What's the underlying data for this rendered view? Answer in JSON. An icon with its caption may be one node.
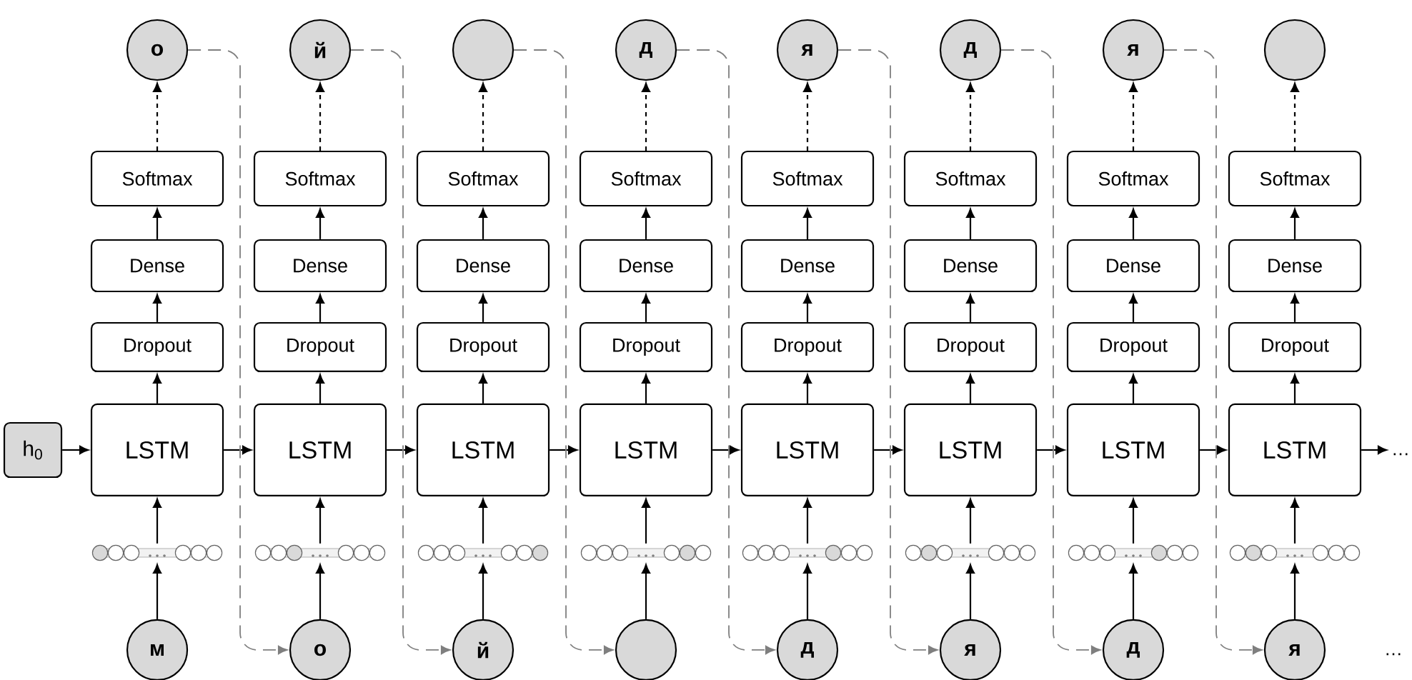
{
  "diagram": {
    "nodes": [
      {
        "text": [
          "h$_{0}$"
        ]
      },
      {
        "text": [
          "о"
        ]
      },
      {
        "text": [
          "Softmax"
        ]
      },
      {
        "text": [
          "Dense"
        ]
      },
      {
        "text": [
          "Dropout"
        ]
      },
      {
        "text": [
          "LSTM"
        ]
      },
      {
        "text": [],
        "shape": "picture"
      },
      {
        "text": [
          "м"
        ]
      },
      {
        "text": [
          "й"
        ]
      },
      {
        "text": [
          "Softmax"
        ]
      },
      {
        "text": [
          "Dense"
        ]
      },
      {
        "text": [
          "Dropout"
        ]
      },
      {
        "text": [
          "LSTM"
        ]
      },
      {
        "text": [],
        "shape": "picture"
      },
      {
        "text": [
          "о"
        ]
      },
      {
        "text": [],
        "shape": "circle"
      },
      {
        "text": [
          "Softmax"
        ]
      },
      {
        "text": [
          "Dense"
        ]
      },
      {
        "text": [
          "Dropout"
        ]
      },
      {
        "text": [
          "LSTM"
        ]
      },
      {
        "text": [],
        "shape": "picture"
      },
      {
        "text": [
          "й"
        ]
      },
      {
        "text": [
          "д"
        ]
      },
      {
        "text": [
          "Softmax"
        ]
      },
      {
        "text": [
          "Dense"
        ]
      },
      {
        "text": [
          "Dropout"
        ]
      },
      {
        "text": [
          "LSTM"
        ]
      },
      {
        "text": [],
        "shape": "picture"
      },
      {
        "text": [],
        "shape": "circle"
      },
      {
        "text": [
          "я"
        ]
      },
      {
        "text": [
          "Softmax"
        ]
      },
      {
        "text": [
          "Dense"
        ]
      },
      {
        "text": [
          "Dropout"
        ]
      },
      {
        "text": [
          "LSTM"
        ]
      },
      {
        "text": [],
        "shape": "picture"
      },
      {
        "text": [
          "д"
        ]
      },
      {
        "text": [
          "д"
        ]
      },
      {
        "text": [
          "Softmax"
        ]
      },
      {
        "text": [
          "Dense"
        ]
      },
      {
        "text": [
          "Dropout"
        ]
      },
      {
        "text": [
          "LSTM"
        ]
      },
      {
        "text": [],
        "shape": "picture"
      },
      {
        "text": [
          "я"
        ]
      },
      {
        "text": [
          "я"
        ]
      },
      {
        "text": [
          "Softmax"
        ]
      },
      {
        "text": [
          "Dense"
        ]
      },
      {
        "text": [
          "Dropout"
        ]
      },
      {
        "text": [
          "LSTM"
        ]
      },
      {
        "text": [],
        "shape": "picture"
      },
      {
        "text": [
          "д"
        ]
      },
      {
        "text": [],
        "shape": "circle"
      },
      {
        "text": [
          "Softmax"
        ]
      },
      {
        "text": [
          "Dense"
        ]
      },
      {
        "text": [
          "Dropout"
        ]
      },
      {
        "text": [
          "LSTM"
        ]
      },
      {
        "text": [],
        "shape": "picture"
      },
      {
        "text": [
          "я"
        ]
      },
      {
        "text": [
          "…"
        ]
      }
    ],
    "edges": [
      {
        "from": 7,
        "to": 6,
        "arrow": "to"
      },
      {
        "from": 6,
        "to": 5,
        "arrow": "to"
      },
      {
        "from": 5,
        "to": 4,
        "arrow": "to"
      },
      {
        "from": 4,
        "to": 3,
        "arrow": "to"
      },
      {
        "from": 3,
        "to": 2,
        "arrow": "to"
      },
      {
        "from": 2,
        "to": 1,
        "arrow": "to",
        "style": "dashed"
      },
      {
        "from": 14,
        "to": 13,
        "arrow": "to"
      },
      {
        "from": 13,
        "to": 12,
        "arrow": "to"
      },
      {
        "from": 12,
        "to": 11,
        "arrow": "to"
      },
      {
        "from": 11,
        "to": 10,
        "arrow": "to"
      },
      {
        "from": 10,
        "to": 9,
        "arrow": "to"
      },
      {
        "from": 9,
        "to": 8,
        "arrow": "to",
        "style": "dashed"
      },
      {
        "from": 21,
        "to": 20,
        "arrow": "to"
      },
      {
        "from": 20,
        "to": 19,
        "arrow": "to"
      },
      {
        "from": 19,
        "to": 18,
        "arrow": "to"
      },
      {
        "from": 18,
        "to": 17,
        "arrow": "to"
      },
      {
        "from": 17,
        "to": 16,
        "arrow": "to"
      },
      {
        "from": 16,
        "to": 15,
        "arrow": "to",
        "style": "dashed"
      },
      {
        "from": 28,
        "to": 27,
        "arrow": "to"
      },
      {
        "from": 27,
        "to": 26,
        "arrow": "to"
      },
      {
        "from": 26,
        "to": 25,
        "arrow": "to"
      },
      {
        "from": 25,
        "to": 24,
        "arrow": "to"
      },
      {
        "from": 24,
        "to": 23,
        "arrow": "to"
      },
      {
        "from": 23,
        "to": 22,
        "arrow": "to",
        "style": "dashed"
      },
      {
        "from": 35,
        "to": 34,
        "arrow": "to"
      },
      {
        "from": 34,
        "to": 33,
        "arrow": "to"
      },
      {
        "from": 33,
        "to": 32,
        "arrow": "to"
      },
      {
        "from": 32,
        "to": 31,
        "arrow": "to"
      },
      {
        "from": 31,
        "to": 30,
        "arrow": "to"
      },
      {
        "from": 30,
        "to": 29,
        "arrow": "to",
        "style": "dashed"
      },
      {
        "from": 42,
        "to": 41,
        "arrow": "to"
      },
      {
        "from": 41,
        "to": 40,
        "arrow": "to"
      },
      {
        "from": 40,
        "to": 39,
        "arrow": "to"
      },
      {
        "from": 39,
        "to": 38,
        "arrow": "to"
      },
      {
        "from": 38,
        "to": 37,
        "arrow": "to"
      },
      {
        "from": 37,
        "to": 36,
        "arrow": "to",
        "style": "dashed"
      },
      {
        "from": 49,
        "to": 48,
        "arrow": "to"
      },
      {
        "from": 48,
        "to": 47,
        "arrow": "to"
      },
      {
        "from": 47,
        "to": 46,
        "arrow": "to"
      },
      {
        "from": 46,
        "to": 45,
        "arrow": "to"
      },
      {
        "from": 45,
        "to": 44,
        "arrow": "to"
      },
      {
        "from": 44,
        "to": 43,
        "arrow": "to",
        "style": "dashed"
      },
      {
        "from": 56,
        "to": 55,
        "arrow": "to"
      },
      {
        "from": 55,
        "to": 54,
        "arrow": "to"
      },
      {
        "from": 54,
        "to": 53,
        "arrow": "to"
      },
      {
        "from": 53,
        "to": 52,
        "arrow": "to"
      },
      {
        "from": 52,
        "to": 51,
        "arrow": "to"
      },
      {
        "from": 51,
        "to": 50,
        "arrow": "to",
        "style": "dashed"
      },
      {
        "from": 0,
        "to": 5,
        "arrow": "to"
      },
      {
        "from": 5,
        "to": 12,
        "arrow": "to"
      },
      {
        "from": 12,
        "to": 19,
        "arrow": "to"
      },
      {
        "from": 19,
        "to": 26,
        "arrow": "to"
      },
      {
        "from": 26,
        "to": 33,
        "arrow": "to"
      },
      {
        "from": 33,
        "to": 40,
        "arrow": "to"
      },
      {
        "from": 40,
        "to": 47,
        "arrow": "to"
      },
      {
        "from": 47,
        "to": 54,
        "arrow": "to"
      },
      {
        "from": 54,
        "to": 57,
        "arrow": "to"
      },
      {
        "from": 1,
        "to": 14,
        "arrow": "to",
        "style": "dashed",
        "color": "#7f7f7f"
      },
      {
        "from": 8,
        "to": 21,
        "arrow": "to",
        "style": "dashed",
        "color": "#7f7f7f"
      },
      {
        "from": 15,
        "to": 28,
        "arrow": "to",
        "style": "dashed",
        "color": "#7f7f7f"
      },
      {
        "from": 22,
        "to": 35,
        "arrow": "to",
        "style": "dashed",
        "color": "#7f7f7f"
      },
      {
        "from": 29,
        "to": 42,
        "arrow": "to",
        "style": "dashed",
        "color": "#7f7f7f"
      },
      {
        "from": 36,
        "to": 49,
        "arrow": "to",
        "style": "dashed",
        "color": "#7f7f7f"
      },
      {
        "from": 43,
        "to": 56,
        "arrow": "to",
        "style": "dashed",
        "color": "#7f7f7f"
      }
    ],
    "labels": [
      "…"
    ]
  }
}
